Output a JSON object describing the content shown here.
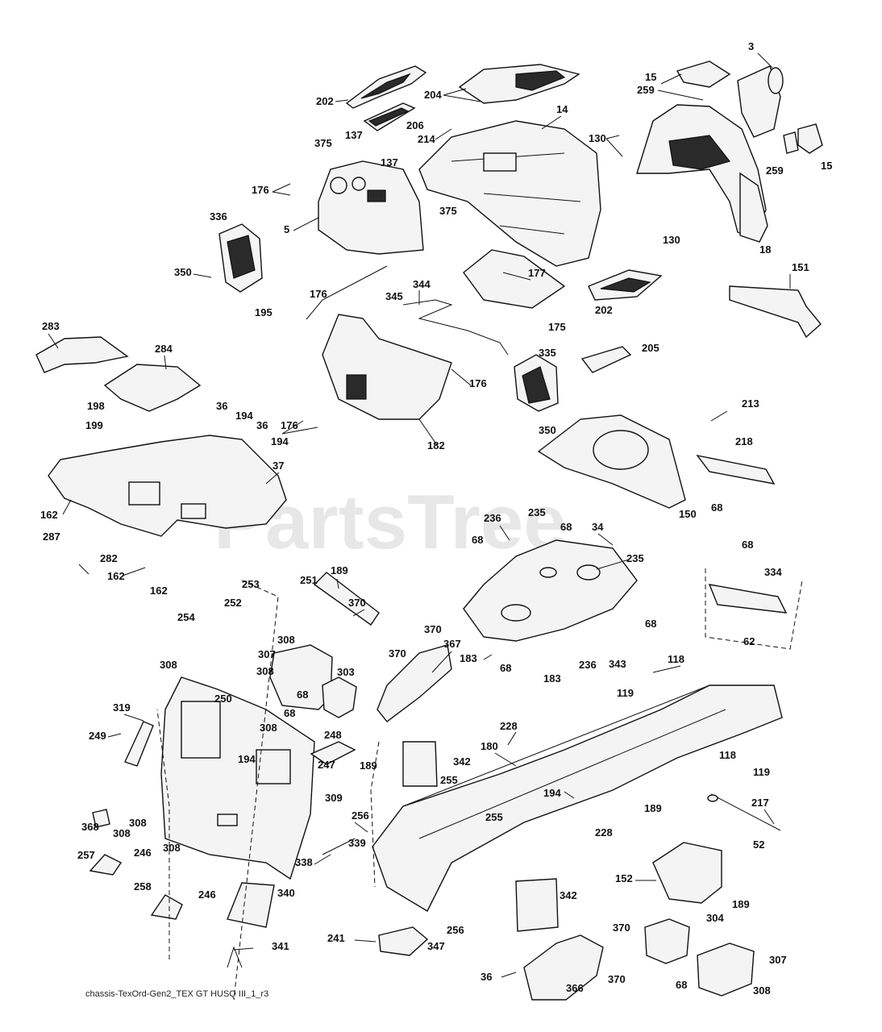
{
  "watermark": "PartsTree",
  "footer": "chassis-TexOrd-Gen2_TEX GT HUSQ III_1_r3",
  "callouts": [
    {
      "id": "c1",
      "label": "3"
    },
    {
      "id": "c2",
      "label": "15"
    },
    {
      "id": "c3",
      "label": "259"
    },
    {
      "id": "c4",
      "label": "204"
    },
    {
      "id": "c5",
      "label": "202"
    },
    {
      "id": "c6",
      "label": "206"
    },
    {
      "id": "c7",
      "label": "214"
    },
    {
      "id": "c8",
      "label": "14"
    },
    {
      "id": "c9",
      "label": "130"
    },
    {
      "id": "c10",
      "label": "259"
    },
    {
      "id": "c11",
      "label": "15"
    },
    {
      "id": "c12",
      "label": "137"
    },
    {
      "id": "c13",
      "label": "375"
    },
    {
      "id": "c14",
      "label": "137"
    },
    {
      "id": "c15",
      "label": "176"
    },
    {
      "id": "c16",
      "label": "375"
    },
    {
      "id": "c17",
      "label": "130"
    },
    {
      "id": "c18",
      "label": "18"
    },
    {
      "id": "c19",
      "label": "336"
    },
    {
      "id": "c20",
      "label": "5"
    },
    {
      "id": "c21",
      "label": "177"
    },
    {
      "id": "c22",
      "label": "151"
    },
    {
      "id": "c23",
      "label": "350"
    },
    {
      "id": "c24",
      "label": "176"
    },
    {
      "id": "c25",
      "label": "344"
    },
    {
      "id": "c26",
      "label": "202"
    },
    {
      "id": "c27",
      "label": "345"
    },
    {
      "id": "c28",
      "label": "175"
    },
    {
      "id": "c29",
      "label": "195"
    },
    {
      "id": "c30",
      "label": "283"
    },
    {
      "id": "c31",
      "label": "284"
    },
    {
      "id": "c32",
      "label": "205"
    },
    {
      "id": "c33",
      "label": "335"
    },
    {
      "id": "c34",
      "label": "176"
    },
    {
      "id": "c35",
      "label": "198"
    },
    {
      "id": "c36",
      "label": "36"
    },
    {
      "id": "c37",
      "label": "194"
    },
    {
      "id": "c38",
      "label": "36"
    },
    {
      "id": "c39",
      "label": "199"
    },
    {
      "id": "c40",
      "label": "176"
    },
    {
      "id": "c41",
      "label": "194"
    },
    {
      "id": "c42",
      "label": "182"
    },
    {
      "id": "c43",
      "label": "350"
    },
    {
      "id": "c44",
      "label": "213"
    },
    {
      "id": "c45",
      "label": "218"
    },
    {
      "id": "c46",
      "label": "37"
    },
    {
      "id": "c47",
      "label": "236"
    },
    {
      "id": "c48",
      "label": "235"
    },
    {
      "id": "c49",
      "label": "68"
    },
    {
      "id": "c50",
      "label": "34"
    },
    {
      "id": "c51",
      "label": "150"
    },
    {
      "id": "c52",
      "label": "68"
    },
    {
      "id": "c53",
      "label": "162"
    },
    {
      "id": "c54",
      "label": "287"
    },
    {
      "id": "c55",
      "label": "68"
    },
    {
      "id": "c56",
      "label": "235"
    },
    {
      "id": "c57",
      "label": "68"
    },
    {
      "id": "c58",
      "label": "282"
    },
    {
      "id": "c59",
      "label": "162"
    },
    {
      "id": "c60",
      "label": "162"
    },
    {
      "id": "c61",
      "label": "253"
    },
    {
      "id": "c62",
      "label": "251"
    },
    {
      "id": "c63",
      "label": "189"
    },
    {
      "id": "c64",
      "label": "334"
    },
    {
      "id": "c65",
      "label": "252"
    },
    {
      "id": "c66",
      "label": "370"
    },
    {
      "id": "c67",
      "label": "254"
    },
    {
      "id": "c68",
      "label": "68"
    },
    {
      "id": "c69",
      "label": "62"
    },
    {
      "id": "c70",
      "label": "370"
    },
    {
      "id": "c71",
      "label": "367"
    },
    {
      "id": "c72",
      "label": "308"
    },
    {
      "id": "c73",
      "label": "307"
    },
    {
      "id": "c74",
      "label": "370"
    },
    {
      "id": "c75",
      "label": "183"
    },
    {
      "id": "c76",
      "label": "236"
    },
    {
      "id": "c77",
      "label": "343"
    },
    {
      "id": "c78",
      "label": "308"
    },
    {
      "id": "c79",
      "label": "308"
    },
    {
      "id": "c80",
      "label": "303"
    },
    {
      "id": "c81",
      "label": "68"
    },
    {
      "id": "c82",
      "label": "68"
    },
    {
      "id": "c83",
      "label": "183"
    },
    {
      "id": "c84",
      "label": "118"
    },
    {
      "id": "c85",
      "label": "250"
    },
    {
      "id": "c86",
      "label": "68"
    },
    {
      "id": "c87",
      "label": "119"
    },
    {
      "id": "c88",
      "label": "319"
    },
    {
      "id": "c89",
      "label": "308"
    },
    {
      "id": "c90",
      "label": "248"
    },
    {
      "id": "c91",
      "label": "249"
    },
    {
      "id": "c92",
      "label": "228"
    },
    {
      "id": "c93",
      "label": "180"
    },
    {
      "id": "c94",
      "label": "247"
    },
    {
      "id": "c95",
      "label": "194"
    },
    {
      "id": "c96",
      "label": "342"
    },
    {
      "id": "c97",
      "label": "118"
    },
    {
      "id": "c98",
      "label": "189"
    },
    {
      "id": "c99",
      "label": "119"
    },
    {
      "id": "c100",
      "label": "255"
    },
    {
      "id": "c101",
      "label": "194"
    },
    {
      "id": "c102",
      "label": "309"
    },
    {
      "id": "c103",
      "label": "217"
    },
    {
      "id": "c104",
      "label": "368"
    },
    {
      "id": "c105",
      "label": "308"
    },
    {
      "id": "c106",
      "label": "255"
    },
    {
      "id": "c107",
      "label": "189"
    },
    {
      "id": "c108",
      "label": "308"
    },
    {
      "id": "c109",
      "label": "256"
    },
    {
      "id": "c110",
      "label": "228"
    },
    {
      "id": "c111",
      "label": "308"
    },
    {
      "id": "c112",
      "label": "339"
    },
    {
      "id": "c113",
      "label": "52"
    },
    {
      "id": "c114",
      "label": "257"
    },
    {
      "id": "c115",
      "label": "246"
    },
    {
      "id": "c116",
      "label": "338"
    },
    {
      "id": "c117",
      "label": "152"
    },
    {
      "id": "c118",
      "label": "258"
    },
    {
      "id": "c119",
      "label": "246"
    },
    {
      "id": "c120",
      "label": "340"
    },
    {
      "id": "c121",
      "label": "342"
    },
    {
      "id": "c122",
      "label": "189"
    },
    {
      "id": "c123",
      "label": "256"
    },
    {
      "id": "c124",
      "label": "304"
    },
    {
      "id": "c125",
      "label": "370"
    },
    {
      "id": "c126",
      "label": "241"
    },
    {
      "id": "c127",
      "label": "347"
    },
    {
      "id": "c128",
      "label": "341"
    },
    {
      "id": "c129",
      "label": "307"
    },
    {
      "id": "c130",
      "label": "36"
    },
    {
      "id": "c131",
      "label": "370"
    },
    {
      "id": "c132",
      "label": "366"
    },
    {
      "id": "c133",
      "label": "68"
    },
    {
      "id": "c134",
      "label": "308"
    }
  ]
}
